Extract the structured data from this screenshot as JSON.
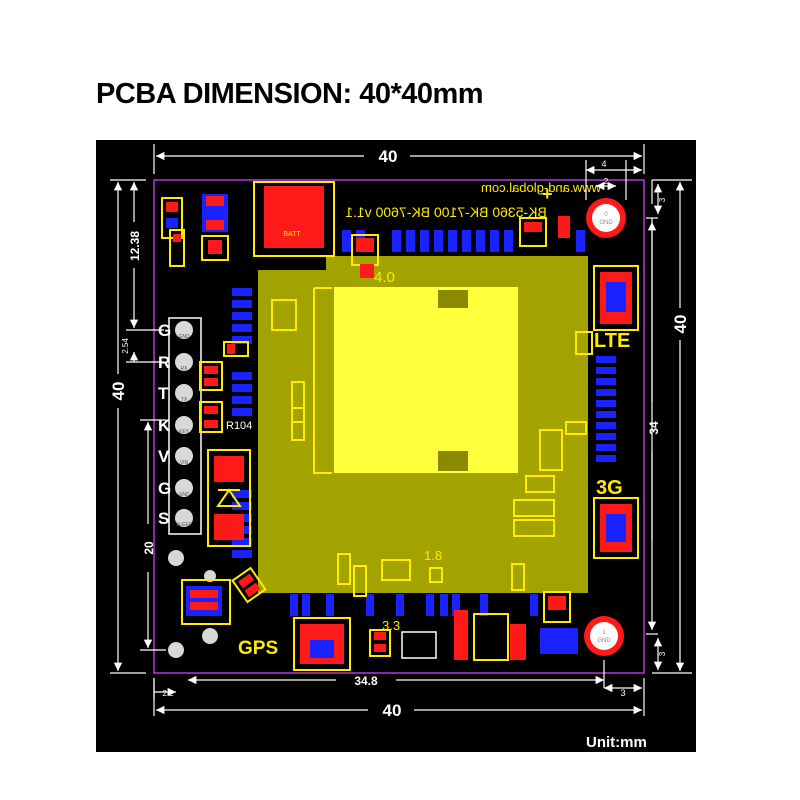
{
  "title": "PCBA DIMENSION: 40*40mm",
  "unit_label": "Unit:mm",
  "dimensions": {
    "top_width": "40",
    "bottom_width": "40",
    "left_height": "40",
    "right_height": "40",
    "top_left_offset": "12.38",
    "pin_pitch": "2.54",
    "left_lower": "20",
    "bottom_span": "34.8",
    "right_inner": "34",
    "corner_offset": "2.2",
    "hole_spacing": "4",
    "hole_dia": "2",
    "top_right_margin": "3",
    "bottom_right_margin_h": "3",
    "bottom_right_margin_v": "3"
  },
  "silkscreen": {
    "website": "www.and-global.com",
    "model": "BK-5360 BK-7100 BK-7600 v1.1",
    "plus_sign": "+",
    "label_4_0": "4.0",
    "label_1_8": "1.8",
    "label_3_3": "3.3",
    "lte": "LTE",
    "g3": "3G",
    "gps": "GPS",
    "r104": "R104",
    "batt": "BATT",
    "hole_top_num": "0",
    "hole_bottom_num": "1",
    "gnd": "GND"
  },
  "pins": [
    {
      "letter": "G",
      "text": "GND"
    },
    {
      "letter": "R",
      "text": "RX"
    },
    {
      "letter": "T",
      "text": "TX"
    },
    {
      "letter": "K",
      "text": "KEY"
    },
    {
      "letter": "V",
      "text": "VIN"
    },
    {
      "letter": "G",
      "text": "GND"
    },
    {
      "letter": "S",
      "text": "SLEEP"
    }
  ],
  "colors": {
    "board": "#000000",
    "dimension": "#ffffff",
    "outline": "#b03bd6",
    "copper": "#ff1a1a",
    "via": "#1a22ff",
    "silk": "#ffeb00",
    "module": "#a3a300",
    "chip": "#ffff3c"
  }
}
